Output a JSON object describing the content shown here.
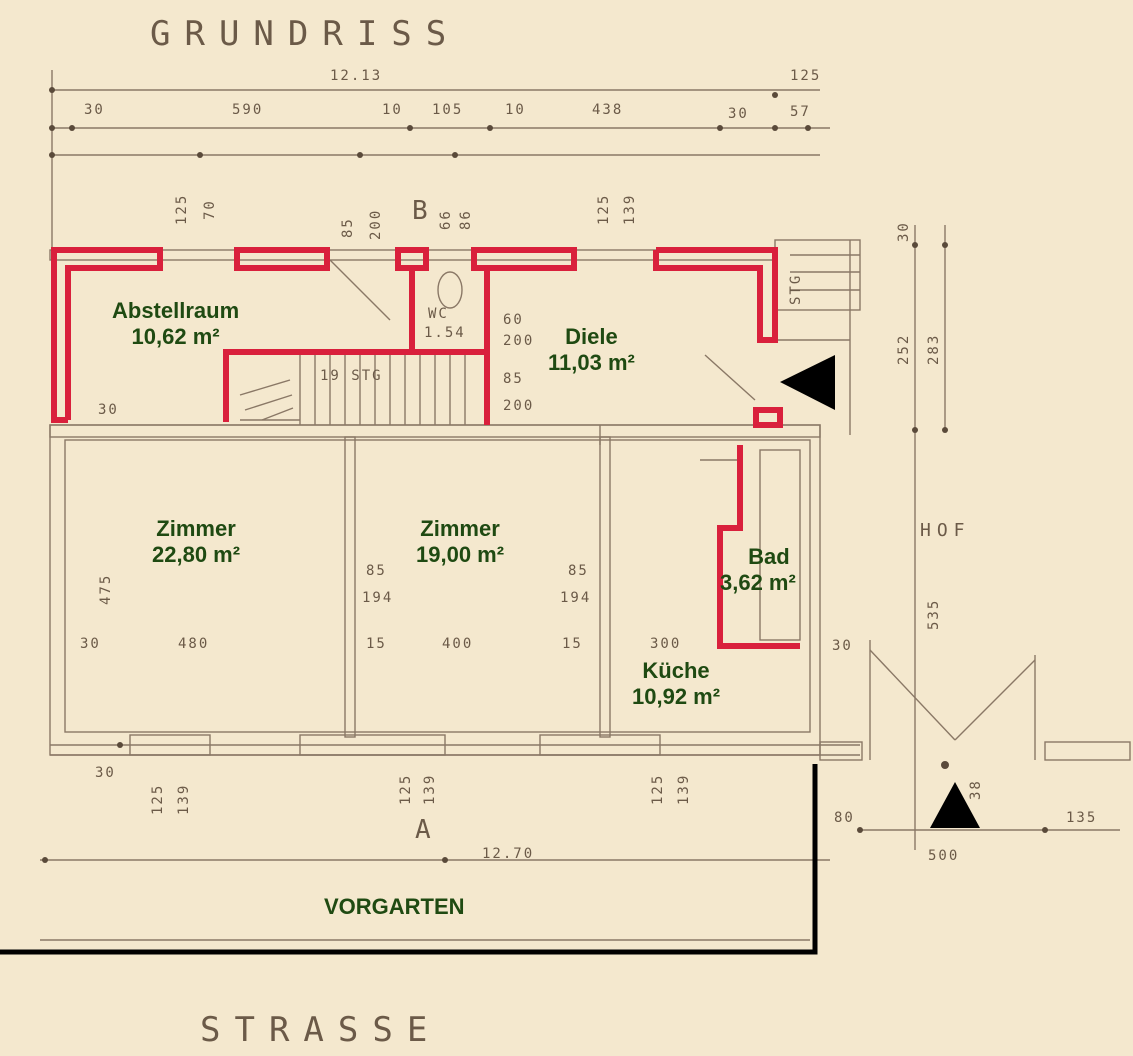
{
  "plan": {
    "title": "GRUNDRISS",
    "street_label": "STRASSE",
    "courtyard_label": "HOF",
    "garden_label": "VORGARTEN",
    "stairs_label": "19 STG",
    "outer_stairs_label": "STG",
    "wc_label": "WC",
    "wc_area": "1.54",
    "section_mark": "B",
    "section_mark_bottom": "A"
  },
  "rooms": [
    {
      "name": "Abstellraum",
      "area": "10,62 m²"
    },
    {
      "name": "Diele",
      "area": "11,03 m²"
    },
    {
      "name": "Zimmer",
      "area": "22,80 m²"
    },
    {
      "name": "Zimmer",
      "area": "19,00 m²"
    },
    {
      "name": "Bad",
      "area": "3,62 m²"
    },
    {
      "name": "Küche",
      "area": "10,92 m²"
    }
  ],
  "dimensions": {
    "top_total": "12.13",
    "top_right": "125",
    "top_row": [
      "30",
      "590",
      "10",
      "105",
      "10",
      "438",
      "30",
      "57"
    ],
    "window_heights_left": [
      "125",
      "70"
    ],
    "window_heights_mid": [
      "85",
      "200"
    ],
    "window_heights_right": [
      "125",
      "139"
    ],
    "b_col": [
      "66",
      "86"
    ],
    "right_side": [
      "30",
      "252",
      "283"
    ],
    "hof_height": "535",
    "diele_dims": [
      "60",
      "200",
      "85",
      "200"
    ],
    "room_dims": {
      "left_height": "475",
      "left_width": "480",
      "left_wall": "30",
      "mid_left_door": [
        "85",
        "194"
      ],
      "mid_width": "400",
      "mid_wall": "15",
      "right_door": [
        "85",
        "194"
      ],
      "right_wall": "15",
      "kueche_width": "300",
      "right_edge": "30",
      "step_left": "30"
    },
    "bottom_windows": [
      [
        "125",
        "139"
      ],
      [
        "125",
        "139"
      ],
      [
        "125",
        "139"
      ]
    ],
    "bottom_total": "12.70",
    "bottom_right": [
      "80",
      "38",
      "135",
      "500"
    ]
  },
  "colors": {
    "paper": "#f7edd6",
    "wall_red": "#d9203c",
    "pencil": "#6b5a48",
    "label_green": "#1f4a12",
    "marker": "#000000"
  }
}
